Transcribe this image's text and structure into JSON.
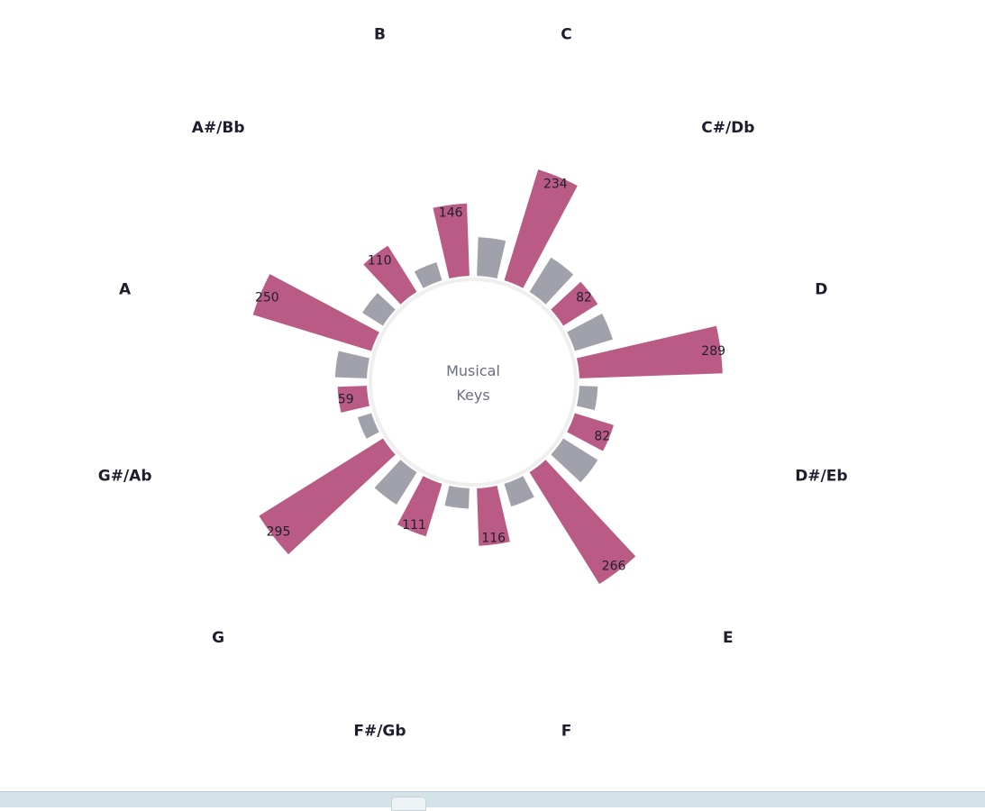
{
  "chart_data": {
    "type": "radial-bar",
    "center_text": [
      "Musical",
      "Keys"
    ],
    "keys": [
      {
        "label": "C"
      },
      {
        "label": "C#/Db"
      },
      {
        "label": "D"
      },
      {
        "label": "D#/Eb"
      },
      {
        "label": "E"
      },
      {
        "label": "F"
      },
      {
        "label": "F#/Gb"
      },
      {
        "label": "G"
      },
      {
        "label": "G#/Ab"
      },
      {
        "label": "A"
      },
      {
        "label": "A#/Bb"
      },
      {
        "label": "B"
      }
    ],
    "series": [
      {
        "values": [
          78,
          82,
          80,
          37,
          82,
          48,
          41,
          77,
          29,
          64,
          49,
          38
        ],
        "color": "#a0a1ab"
      },
      {
        "values": [
          234,
          82,
          289,
          82,
          266,
          116,
          111,
          295,
          59,
          250,
          110,
          146
        ],
        "color": "#b95b84",
        "labels_shown": true
      }
    ],
    "inner_circle_stroke": "#efefef"
  }
}
